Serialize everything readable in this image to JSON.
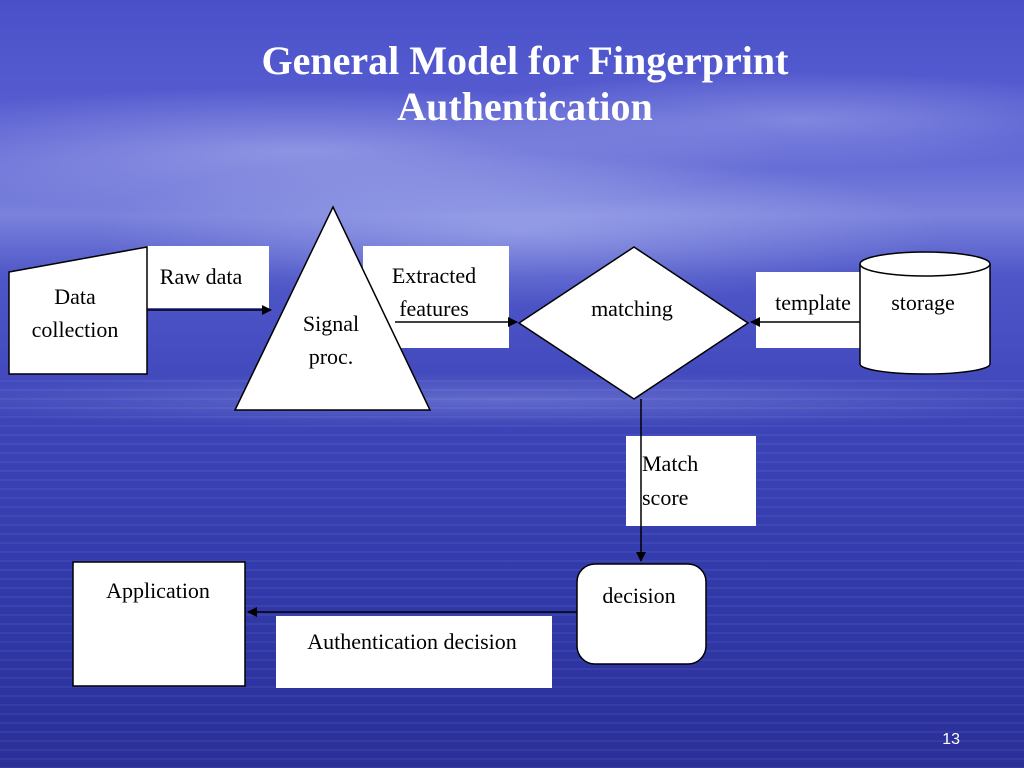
{
  "slide": {
    "title_line1": "General Model for Fingerprint",
    "title_line2": "Authentication",
    "page_number": "13"
  },
  "diagram": {
    "data_collection": [
      "Data",
      "collection"
    ],
    "raw_data": "Raw data",
    "signal_proc": [
      "Signal",
      "proc."
    ],
    "extracted_features": [
      "Extracted",
      "features"
    ],
    "matching": "matching",
    "template": "template",
    "storage": "storage",
    "match_score": [
      "Match",
      "score"
    ],
    "decision": "decision",
    "authentication_decision": "Authentication decision",
    "application": "Application"
  },
  "colors": {
    "shape_fill": "#ffffff",
    "stroke": "#000000",
    "title_text": "#ffffff"
  }
}
